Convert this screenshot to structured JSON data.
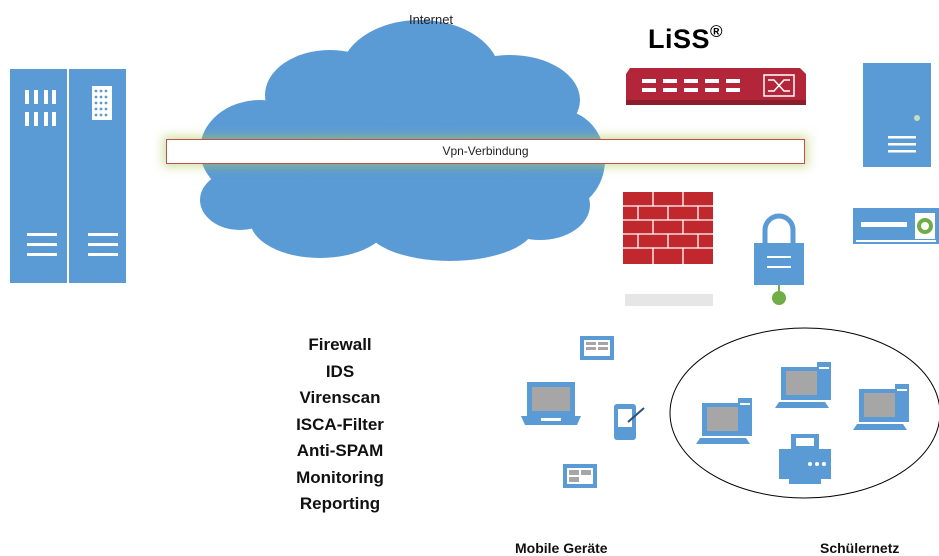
{
  "internet_label": "Internet",
  "brand": {
    "name": "LiSS",
    "mark": "®"
  },
  "vpn_label": "Vpn-Verbindung",
  "features": [
    "Firewall",
    "IDS",
    "Virenscan",
    "ISCA-Filter",
    "Anti-SPAM",
    "Monitoring",
    "Reporting"
  ],
  "captions": {
    "mobile": "Mobile Geräte",
    "school": "Schülernetz"
  },
  "colors": {
    "device_blue": "#5b9bd5",
    "cloud_blue": "#5b9bd5",
    "router_red": "#b3263a",
    "wall_red": "#c0282d",
    "screen_grey": "#a6a6a6"
  }
}
